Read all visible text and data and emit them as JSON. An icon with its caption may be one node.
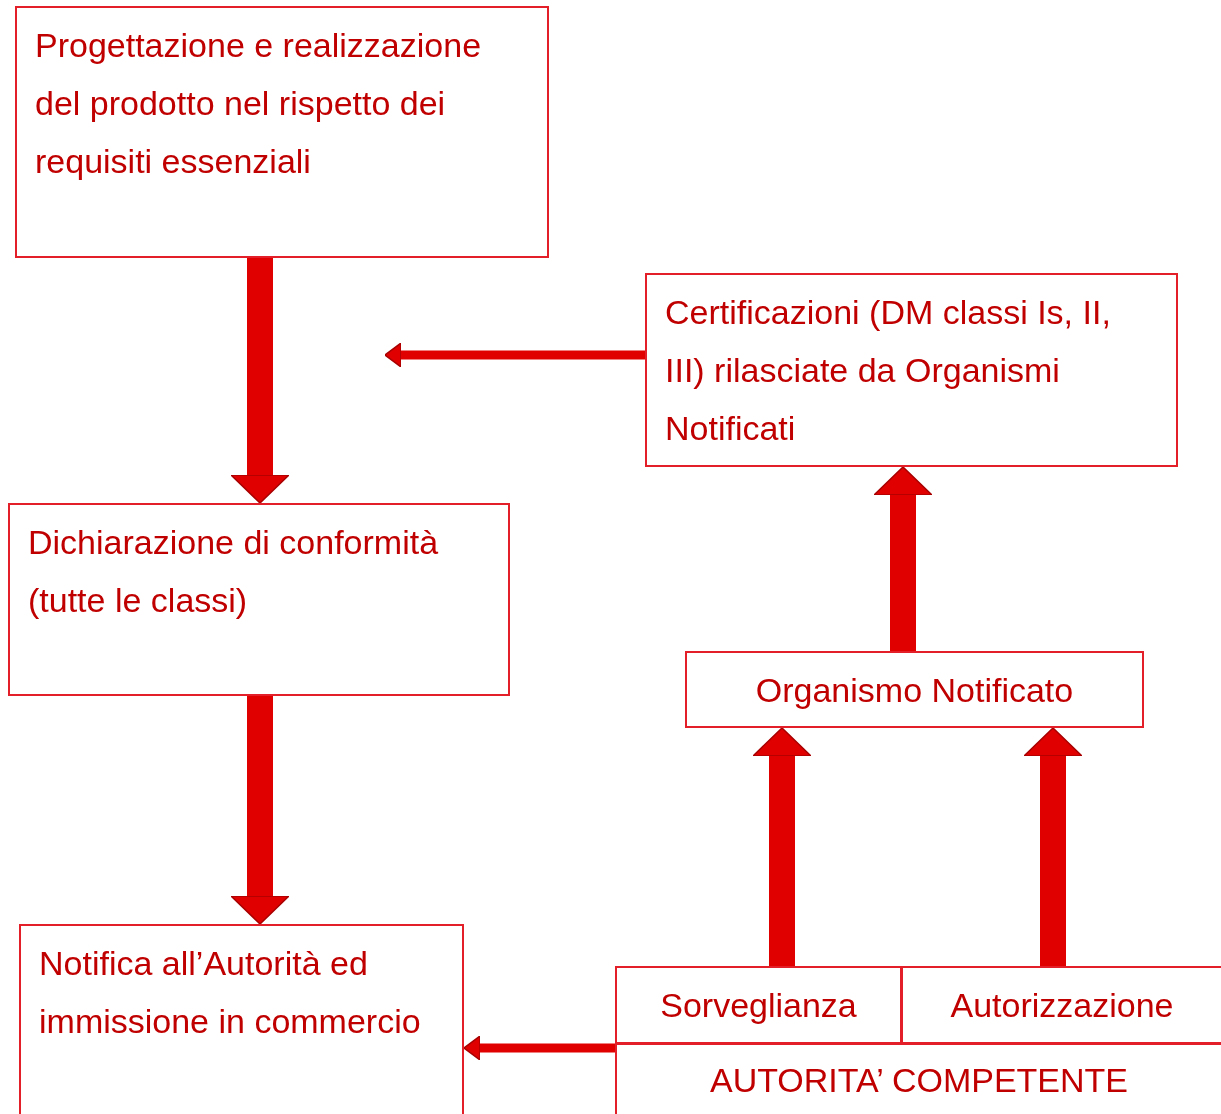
{
  "diagram": {
    "nodes": [
      {
        "text": [
          "Progettazione e realizzazione del prodotto nel rispetto dei requisiti essenziali"
        ]
      },
      {
        "text": [
          "Certificazioni (DM classi Is, II, III) rilasciate da Organismi Notificati"
        ]
      },
      {
        "text": [
          "Dichiarazione di conformità (tutte le classi)"
        ]
      },
      {
        "text": [
          "Organismo Notificato"
        ]
      },
      {
        "text": [
          "Notifica all’Autorità ed immissione in commercio"
        ]
      },
      {
        "text": [
          "Sorveglianza"
        ]
      },
      {
        "text": [
          "Autorizzazione"
        ]
      },
      {
        "text": [
          "AUTORITA’ COMPETENTE"
        ]
      }
    ],
    "edges": [
      {
        "from": 0,
        "to": 2,
        "arrow": "to"
      },
      {
        "from": 1,
        "to": null,
        "arrow": "to"
      },
      {
        "from": 2,
        "to": 4,
        "arrow": "to"
      },
      {
        "from": 3,
        "to": 1,
        "arrow": "to"
      },
      {
        "from": 5,
        "to": 3,
        "arrow": "to"
      },
      {
        "from": 6,
        "to": 3,
        "arrow": "to"
      },
      {
        "from": 7,
        "to": 4,
        "arrow": "to"
      }
    ]
  }
}
